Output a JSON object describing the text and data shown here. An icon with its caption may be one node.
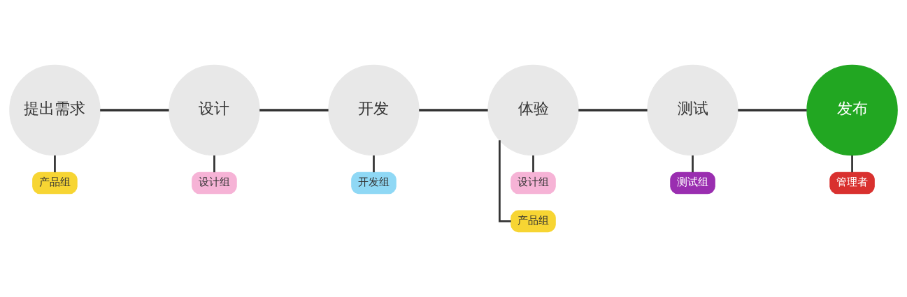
{
  "diagram": {
    "nodes": [
      {
        "text": [
          "提出需求"
        ]
      },
      {
        "text": [
          "设计"
        ]
      },
      {
        "text": [
          "开发"
        ]
      },
      {
        "text": [
          "体验"
        ]
      },
      {
        "text": [
          "测试"
        ]
      },
      {
        "text": [
          "发布"
        ]
      },
      {
        "text": [
          "产品组"
        ]
      },
      {
        "text": [
          "设计组"
        ]
      },
      {
        "text": [
          "开发组"
        ]
      },
      {
        "text": [
          "产品组"
        ]
      },
      {
        "text": [
          "设计组"
        ]
      },
      {
        "text": [
          "测试组"
        ]
      },
      {
        "text": [
          "管理者"
        ]
      }
    ],
    "edges": [
      {
        "from": 0,
        "to": 1,
        "arrow": "none"
      },
      {
        "from": 1,
        "to": 2,
        "arrow": "none"
      },
      {
        "from": 2,
        "to": 3,
        "arrow": "none"
      },
      {
        "from": 3,
        "to": 4,
        "arrow": "none"
      },
      {
        "from": 4,
        "to": 5,
        "arrow": "none"
      },
      {
        "from": 0,
        "to": 6,
        "arrow": "none"
      },
      {
        "from": 1,
        "to": 7,
        "arrow": "none"
      },
      {
        "from": 2,
        "to": 8,
        "arrow": "none"
      },
      {
        "from": 3,
        "to": 9,
        "arrow": "none"
      },
      {
        "from": 3,
        "to": 10,
        "arrow": "none"
      },
      {
        "from": 4,
        "to": 11,
        "arrow": "none"
      },
      {
        "from": 5,
        "to": 12,
        "arrow": "none"
      }
    ]
  }
}
